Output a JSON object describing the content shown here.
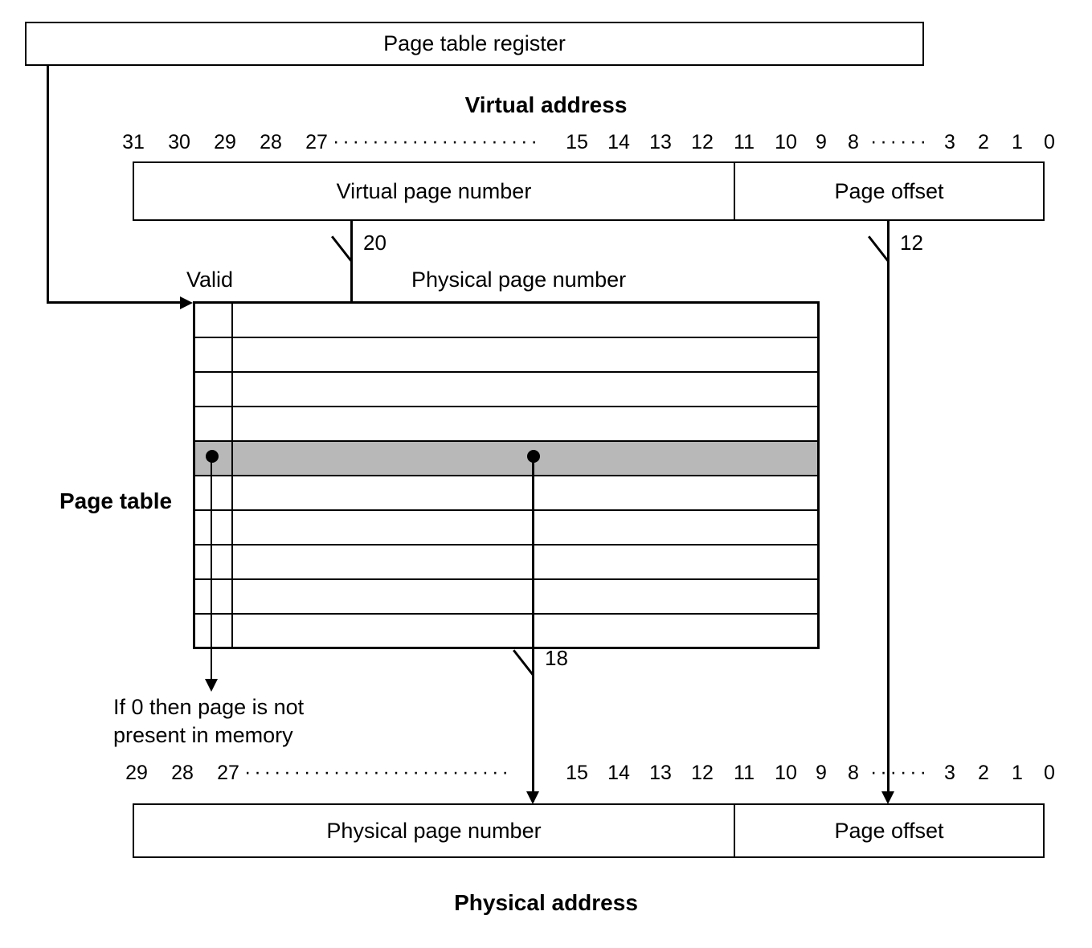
{
  "diagram": {
    "title_register": "Page table register",
    "virtual_address_label": "Virtual address",
    "physical_address_label": "Physical address",
    "page_table_label": "Page table",
    "valid_label": "Valid",
    "physical_page_number_header": "Physical page number",
    "note_line1": "If 0 then page is not",
    "note_line2": "present in memory",
    "virtual_fields": {
      "page_number": "Virtual page number",
      "page_offset": "Page offset"
    },
    "physical_fields": {
      "page_number": "Physical page number",
      "page_offset": "Page offset"
    },
    "virtual_bits": {
      "high": [
        "31",
        "30",
        "29",
        "28",
        "27"
      ],
      "mid": [
        "15",
        "14",
        "13",
        "12",
        "11",
        "10",
        "9",
        "8"
      ],
      "low": [
        "3",
        "2",
        "1",
        "0"
      ],
      "ellipsis": "·····················",
      "ellipsis2": "······"
    },
    "physical_bits": {
      "high": [
        "29",
        "28",
        "27"
      ],
      "mid": [
        "15",
        "14",
        "13",
        "12",
        "11",
        "10",
        "9",
        "8"
      ],
      "low": [
        "3",
        "2",
        "1",
        "0"
      ],
      "ellipsis": "···························",
      "ellipsis2": "······"
    },
    "widths": {
      "vpn_bits": "20",
      "offset_bits": "12",
      "ppn_bits": "18"
    },
    "colors": {
      "shaded_row": "#b8b8b8",
      "line": "#000000",
      "background": "#ffffff"
    },
    "page_table_rows": 10,
    "shaded_row_index": 5
  }
}
